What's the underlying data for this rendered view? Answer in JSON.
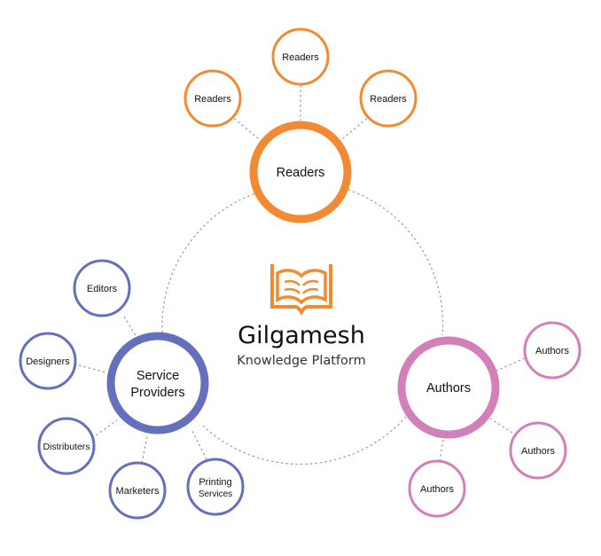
{
  "colors": {
    "readers": "#f28a33",
    "authors": "#d27fba",
    "providers": "#6570bd",
    "brand": "#f28a33",
    "connector": "#9a9a9a"
  },
  "center": {
    "icon": "open-book-icon",
    "title": "Gilgamesh",
    "subtitle": "Knowledge Platform"
  },
  "hubs": {
    "readers": {
      "label": "Readers"
    },
    "authors": {
      "label": "Authors"
    },
    "providers": {
      "label_line1": "Service",
      "label_line2": "Providers"
    }
  },
  "readers_nodes": [
    "Readers",
    "Readers",
    "Readers"
  ],
  "authors_nodes": [
    "Authors",
    "Authors",
    "Authors"
  ],
  "provider_nodes": [
    {
      "line1": "Editors"
    },
    {
      "line1": "Designers"
    },
    {
      "line1": "Distributers"
    },
    {
      "line1": "Marketers"
    },
    {
      "line1": "Printing",
      "line2": "Services"
    }
  ]
}
